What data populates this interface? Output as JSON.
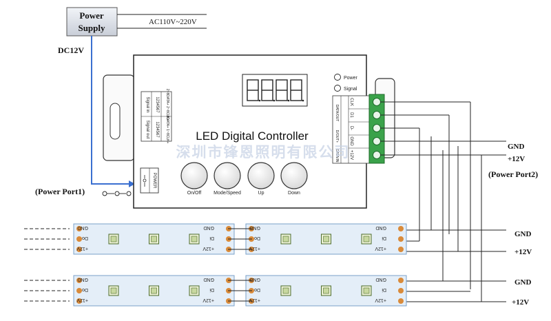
{
  "power_supply": {
    "line1": "Power",
    "line2": "Supply"
  },
  "ac_input": "AC110V~220V",
  "dc_label": "DC12V",
  "controller": {
    "title": "LED Digital Controller",
    "buttons": [
      "On/Off",
      "Mode/Speed",
      "Up",
      "Down"
    ],
    "indicators": [
      "Power",
      "Signal"
    ],
    "power_jack_label": "POWER",
    "left_table": {
      "row1": [
        "Signal out",
        "Signal in"
      ],
      "row2": [
        "1234567",
        "1234567"
      ],
      "row3": [
        "8DATA+ 1~8CLK+",
        "2~8DATA+ 2~8CLK+"
      ]
    },
    "output_terminal_labels": [
      "CLK",
      "D1",
      "D-",
      "GND",
      "+12V"
    ],
    "output_side_labels": [
      "DATA/OUT",
      "D/OUT+",
      "DATA/IN"
    ]
  },
  "power_port1": "(Power Port1)",
  "power_port2": "(Power Port2)",
  "port2_gnd": "GND",
  "port2_12v": "+12V",
  "strip_a_gnd": "GND",
  "strip_a_12v": "+12V",
  "strip_b_gnd": "GND",
  "strip_b_12v": "+12V",
  "strip_pad_labels": {
    "left": [
      "GND",
      "Do",
      "+12V"
    ],
    "right": [
      "GND",
      "Di",
      "+12V"
    ]
  },
  "watermark": "深圳市锋恩照明有限公司",
  "colors": {
    "power_wire": "#3a6fd0",
    "strip_fill": "#e4eef8",
    "pad": "#d98b3a",
    "terminal_green": "#3aa24a"
  }
}
